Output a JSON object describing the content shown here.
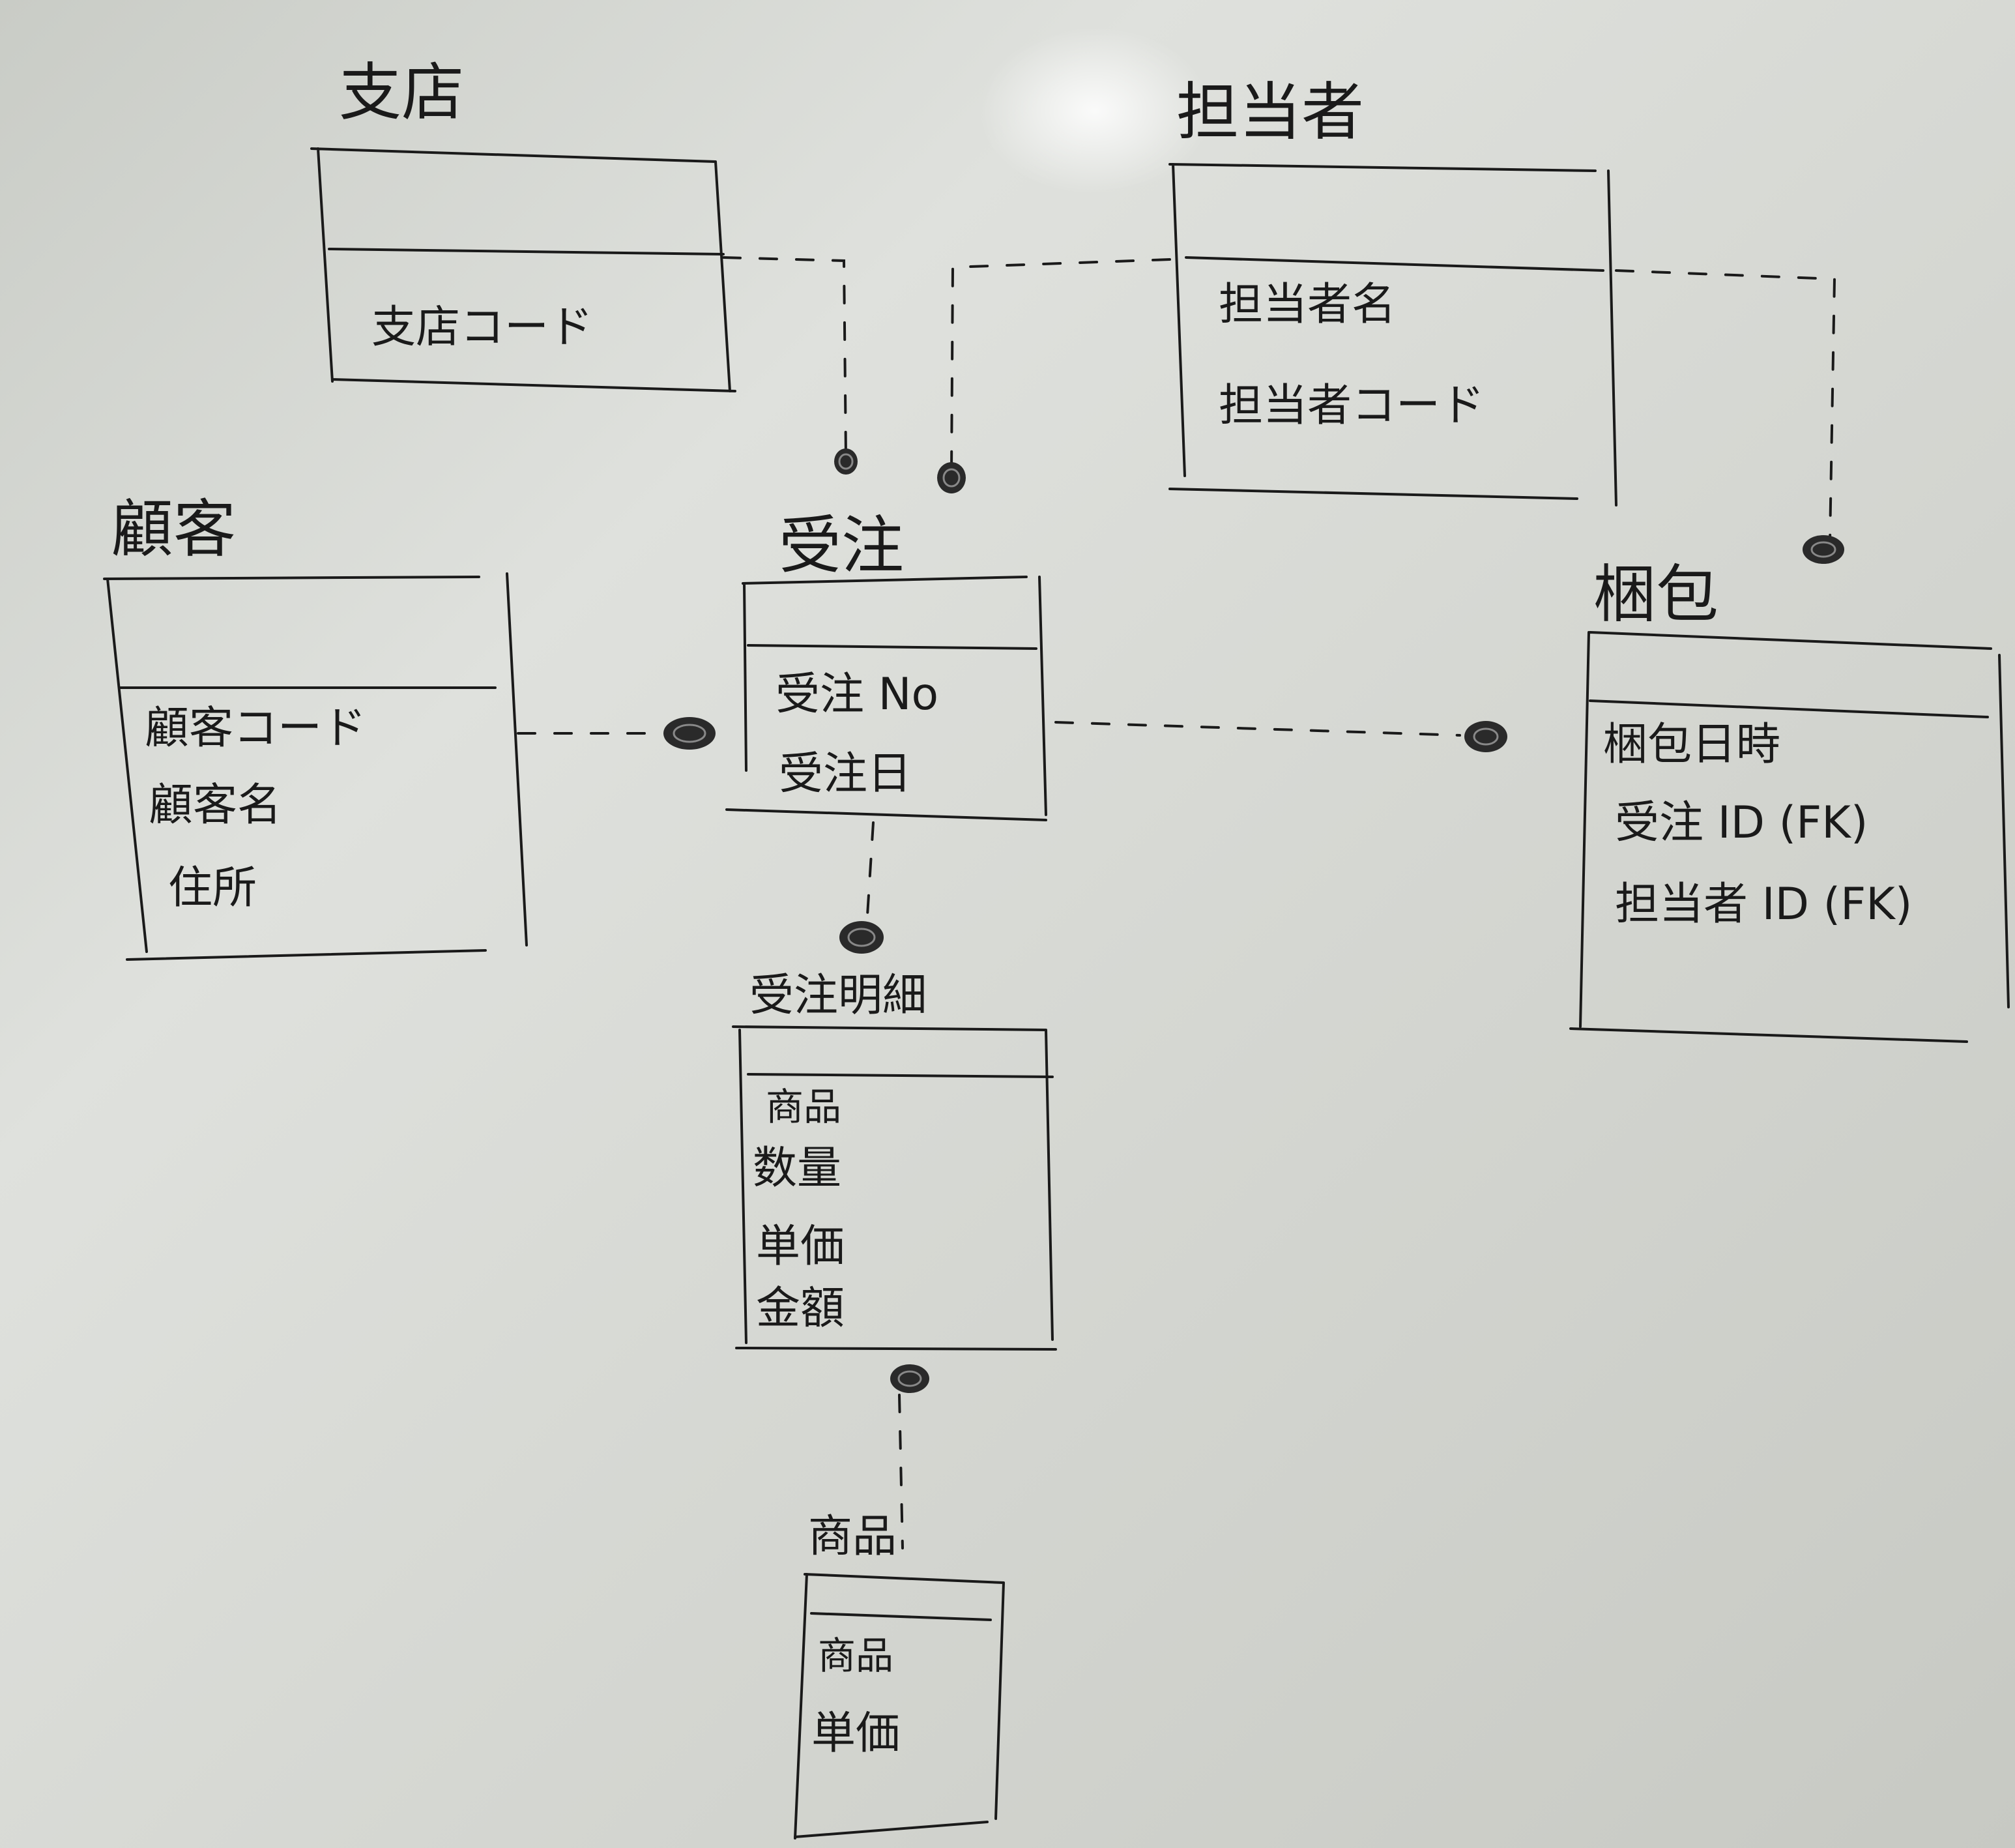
{
  "entities": {
    "branch": {
      "title": "支店",
      "fields": [
        "支店コード"
      ]
    },
    "staff": {
      "title": "担当者",
      "fields": [
        "担当者名",
        "担当者コード"
      ]
    },
    "customer": {
      "title": "顧客",
      "fields": [
        "顧客コード",
        "顧客名",
        "住所"
      ]
    },
    "order": {
      "title": "受注",
      "fields": [
        "受注 No",
        "受注日"
      ]
    },
    "packing": {
      "title": "梱包",
      "fields": [
        "梱包日時",
        "受注 ID (FK)",
        "担当者 ID (FK)"
      ]
    },
    "order_detail": {
      "title": "受注明細",
      "fields": [
        "商品",
        "数量",
        "単価",
        "金額"
      ]
    },
    "product": {
      "title": "商品",
      "fields": [
        "商品",
        "単価"
      ]
    }
  },
  "colors": {
    "ink": "#1a1a1a",
    "board": "#d6d8d3"
  }
}
